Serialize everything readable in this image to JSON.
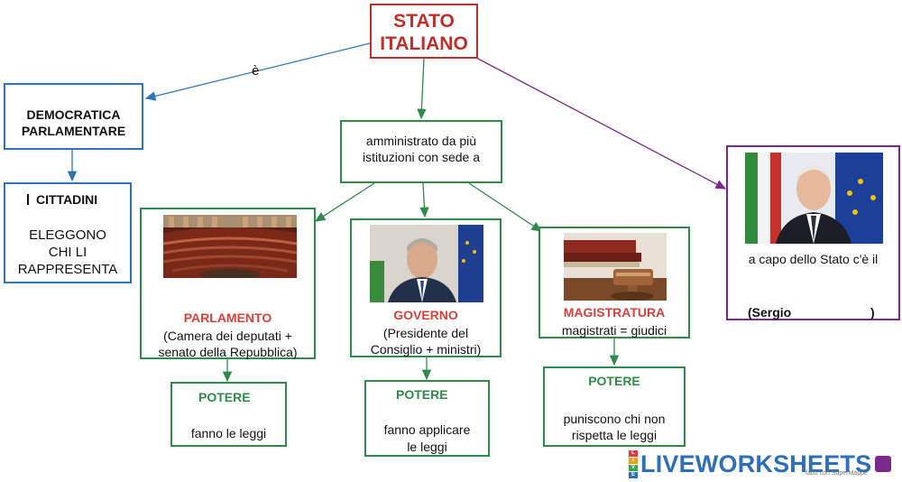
{
  "root": {
    "label_line1": "STATO",
    "label_line2": "ITALIANO"
  },
  "edge_label_e": "è",
  "democratica": {
    "line1": "DEMOCRATICA",
    "line2": "PARLAMENTARE"
  },
  "cittadini": {
    "title": "CITTADINI",
    "line1": "ELEGGONO",
    "line2": "CHI LI",
    "line3": "RAPPRESENTA"
  },
  "amministrato": {
    "line1": "amministrato da più",
    "line2": "istituzioni con sede a"
  },
  "parlamento": {
    "title": "PARLAMENTO",
    "line1": "(Camera dei deputati +",
    "line2": "senato della Repubblica)"
  },
  "governo": {
    "title": "GOVERNO",
    "line1": "(Presidente del",
    "line2": "Consiglio + ministri)"
  },
  "magistratura": {
    "title": "MAGISTRATURA",
    "line1": "magistrati = giudici"
  },
  "potere_legislativo": {
    "title": "POTERE",
    "line1": "fanno le leggi"
  },
  "potere_esecutivo": {
    "title": "POTERE",
    "line1": "fanno applicare",
    "line2": "le leggi"
  },
  "potere_giudiziario": {
    "title": "POTERE",
    "line1": "puniscono chi non",
    "line2": "rispetta le leggi"
  },
  "presidente": {
    "line1": "a capo dello Stato c'è il",
    "name_open": "(Sergio",
    "name_close": ")"
  },
  "watermark": {
    "text": "LIVEWORKSHEETS",
    "logo_letters": [
      "L",
      "I",
      "V",
      "E"
    ],
    "note": "fatto con SuperMappe"
  },
  "colors": {
    "red": "#c0302a",
    "blue": "#2e75b6",
    "green": "#2e8b4a",
    "purple": "#7b2a8c"
  }
}
